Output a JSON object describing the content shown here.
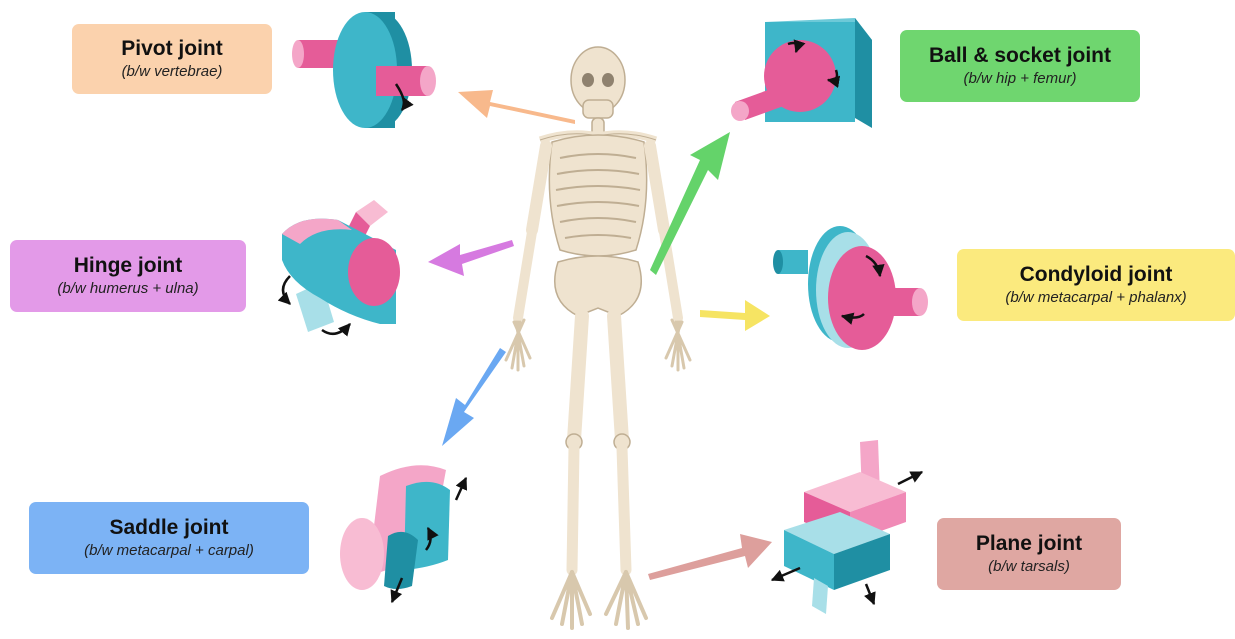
{
  "joints": [
    {
      "id": "pivot",
      "title": "Pivot joint",
      "subtitle": "(b/w vertebrae)",
      "color": "#fbd2ad"
    },
    {
      "id": "ball",
      "title": "Ball & socket joint",
      "subtitle": "(b/w hip + femur)",
      "color": "#6fd66f"
    },
    {
      "id": "hinge",
      "title": "Hinge joint",
      "subtitle": "(b/w humerus + ulna)",
      "color": "#e39ae8"
    },
    {
      "id": "condyloid",
      "title": "Condyloid joint",
      "subtitle": "(b/w metacarpal + phalanx)",
      "color": "#fbea7e"
    },
    {
      "id": "saddle",
      "title": "Saddle joint",
      "subtitle": "(b/w metacarpal + carpal)",
      "color": "#7cb3f5"
    },
    {
      "id": "plane",
      "title": "Plane joint",
      "subtitle": "(b/w tarsals)",
      "color": "#dfa7a2"
    }
  ],
  "colors": {
    "bone": "#efe3cf",
    "bone_outline": "#bfae93",
    "teal": "#3eb6c9",
    "teal_dark": "#1f8fa3",
    "pink": "#e55c98",
    "pink_light": "#f4a6c8",
    "arrow_orange": "#f8b98c",
    "arrow_green": "#64d36a",
    "arrow_magenta": "#d67ae0",
    "arrow_yellow": "#f6e463",
    "arrow_blue": "#6aa8f2",
    "arrow_rose": "#dd9f9c"
  }
}
